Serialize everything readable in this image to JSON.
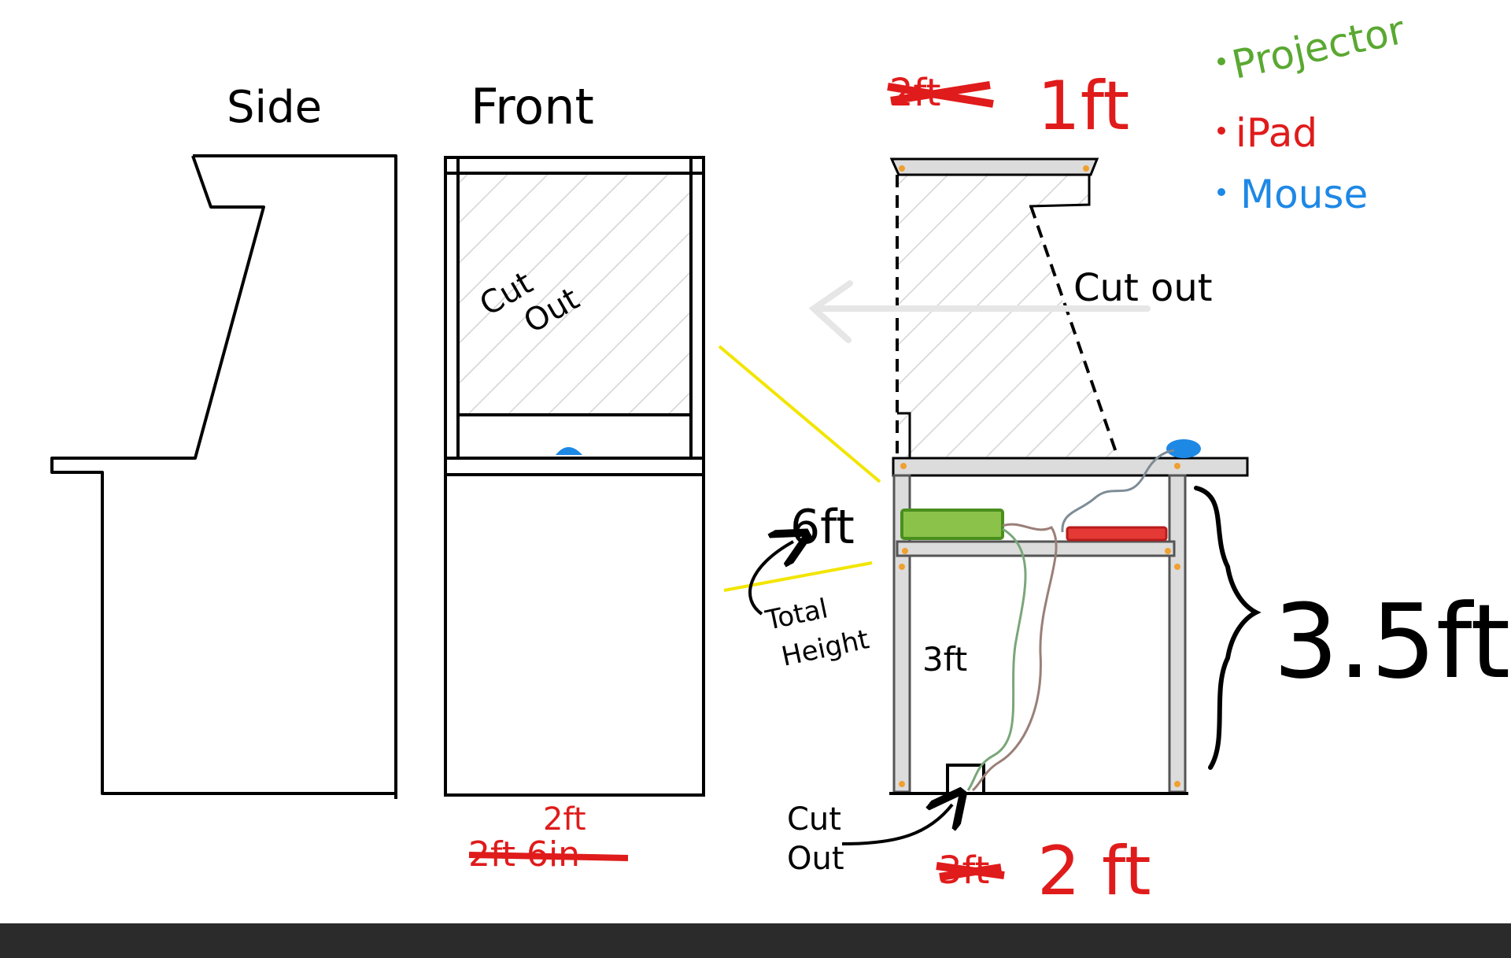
{
  "labels": {
    "side": "Side",
    "front": "Front",
    "cut_out_front_1": "Cut",
    "cut_out_front_2": "Out",
    "cut_out_right": "Cut out",
    "cut_out_bottom_1": "Cut",
    "cut_out_bottom_2": "Out",
    "top_width_struck": "2ft",
    "top_width": "1ft",
    "front_width_struck": "2ft 6in",
    "front_width": "2ft",
    "bottom_width_struck": "3ft",
    "bottom_width": "2 ft",
    "total_height_value": "6ft",
    "total_height_label_1": "Total",
    "total_height_label_2": "Height",
    "lower_height": "3ft",
    "base_height": "3.5ft"
  },
  "legend": [
    {
      "label": "Projector",
      "color": "#5aa832"
    },
    {
      "label": "iPad",
      "color": "#e01b1b"
    },
    {
      "label": "Mouse",
      "color": "#1e88e5"
    }
  ],
  "colors": {
    "ink": "#000000",
    "strike": "#e01b1b",
    "highlight": "#f2e500",
    "frame": "#9e9e9e",
    "frame_fill": "#dcdcdc",
    "hatch": "#cfcfcf",
    "screw": "#f0a030",
    "projector": "#8bc34a",
    "ipad": "#e53935",
    "mouse": "#1e88e5",
    "cable_green": "#7aa67a",
    "cable_brown": "#9a7f78",
    "cable_grey": "#7d8c96",
    "bottom_bar": "#2b2b2b"
  }
}
